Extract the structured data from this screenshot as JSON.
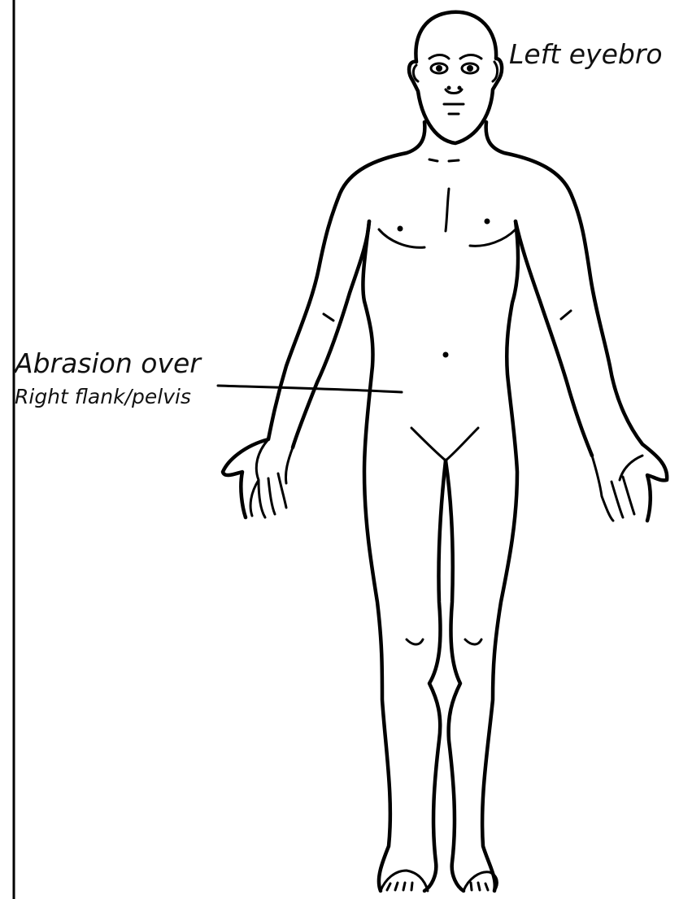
{
  "annotations": {
    "left_eyebrow": "Left eyebro",
    "abrasion_line1": "Abrasion over",
    "abrasion_line2": "Right flank/pelvis"
  },
  "colors": {
    "ink": "#000000",
    "paper": "#ffffff"
  }
}
